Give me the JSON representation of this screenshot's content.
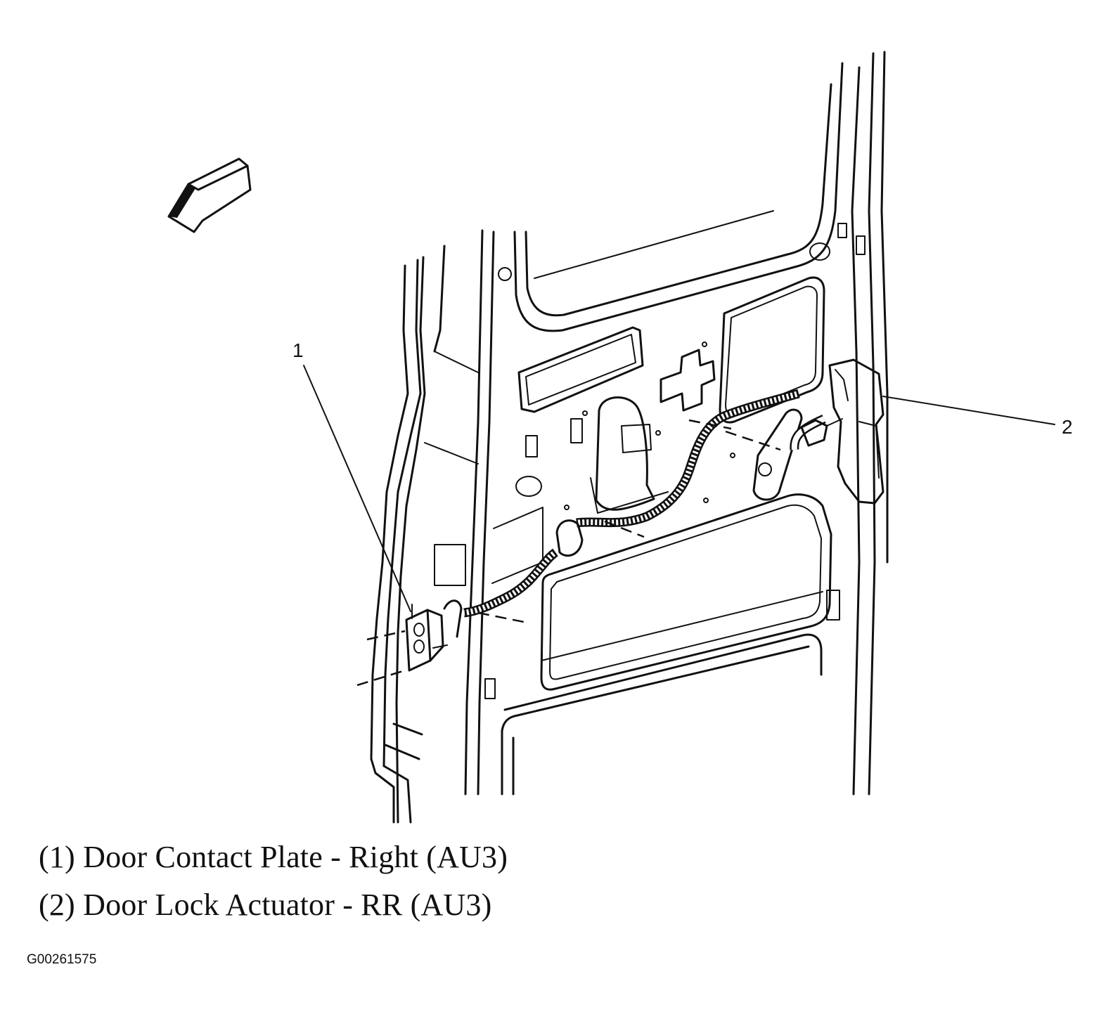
{
  "callouts": [
    {
      "number": "1"
    },
    {
      "number": "2"
    }
  ],
  "legend": [
    {
      "text": "(1) Door Contact Plate - Right (AU3)"
    },
    {
      "text": "(2) Door Lock Actuator - RR (AU3)"
    }
  ],
  "figure_code": "G00261575"
}
